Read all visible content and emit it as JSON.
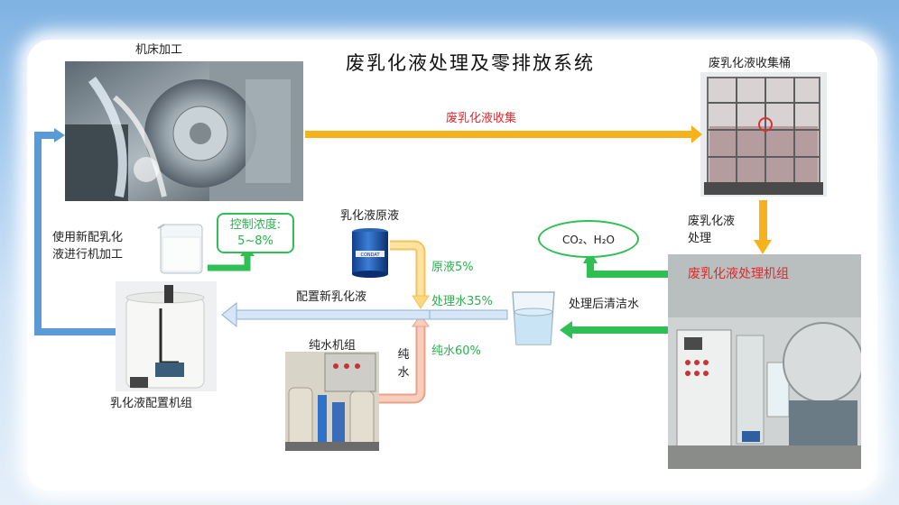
{
  "title": "废乳化液处理及零排放系统",
  "nodes": {
    "machining": "机床加工",
    "collection_tank": "废乳化液收集桶",
    "emulsion_stock": "乳化液原液",
    "pure_water_unit": "纯水机组",
    "emulsion_mixing_unit": "乳化液配置机组",
    "treatment_unit": "废乳化液处理机组"
  },
  "labels": {
    "collect_flow": "废乳化液收集",
    "use_new": "使用新配乳化液进行机加工",
    "use_new_l1": "使用新配乳化",
    "use_new_l2": "液进行机加工",
    "control_conc_l1": "控制浓度:",
    "control_conc_l2": "5~8%",
    "waste_treat_l1": "废乳化液",
    "waste_treat_l2": "处理",
    "emissions": "CO₂、H₂O",
    "stock_ratio": "原液5%",
    "treated_ratio": "处理水35%",
    "pure_ratio": "纯水60%",
    "mix_new": "配置新乳化液",
    "clean_water": "处理后清洁水",
    "pure_water": "纯水",
    "drum_text": "CONDAT"
  },
  "colors": {
    "orange": "#f5b21a",
    "blue_arrow": "#5b9bd5",
    "green": "#2fbf55",
    "peach": "#f4b79d",
    "yellow": "#fcd77e",
    "red_text": "#e8252a"
  }
}
